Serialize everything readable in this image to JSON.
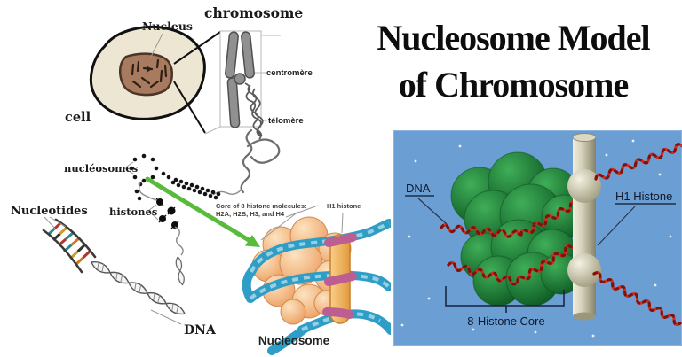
{
  "title": {
    "line1": "Nucleosome Model",
    "line2": "of Chromosome"
  },
  "left_diagram": {
    "chromosome_label": "chromosome",
    "nucleus_label": "Nucleus",
    "cell_label": "cell",
    "centromere_label": "centromère",
    "telomere_label": "télomère",
    "nucleosomes_label": "nucléosomes",
    "histones_label": "histones",
    "nucleotides_label": "Nucleotides",
    "dna_label": "DNA",
    "core_label_line1": "Core of 8 histone molecules:",
    "core_label_line2": "H2A, H2B, H3, and H4",
    "h1_histone_label": "H1 histone",
    "nucleosome_label": "Nucleosome"
  },
  "right_panel": {
    "dna_label": "DNA",
    "h1_histone_label": "H1 Histone",
    "core_label": "8-Histone Core",
    "background_color": "#6b9fd3"
  },
  "colors": {
    "green_arrow": "#58bb3c",
    "cell_fill": "#ede6d3",
    "nucleus_fill": "#a87a5f",
    "chromosome_gray": "#909090",
    "nucleosome_sphere_peach": "#eda266",
    "dna_strand_blue": "#2f9ec6",
    "dna_strand_pink": "#bc5e92",
    "h1_rod_orange": "#e8a84c",
    "histone_core_green": "#1d7a34",
    "panel_dna_red": "#d32b1c",
    "h1_cylinder_tan": "#c9c5ae"
  }
}
